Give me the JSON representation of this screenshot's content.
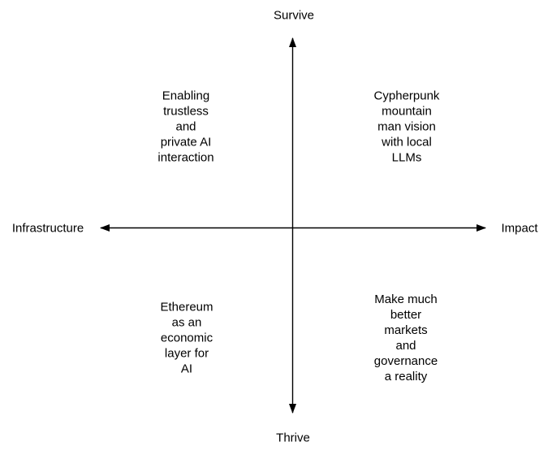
{
  "diagram": {
    "axes": {
      "vertical": {
        "top_label": "Survive",
        "bottom_label": "Thrive"
      },
      "horizontal": {
        "left_label": "Infrastructure",
        "right_label": "Impact"
      }
    },
    "quadrants": {
      "top_left": "Enabling\ntrustless\nand\nprivate AI\ninteraction",
      "top_right": "Cypherpunk\nmountain\nman vision\nwith local\nLLMs",
      "bottom_left": "Ethereum\nas an\neconomic\nlayer for\nAI",
      "bottom_right": "Make much\nbetter\nmarkets\nand\ngovernance\na reality"
    },
    "colors": {
      "line": "#000000",
      "text": "#000000",
      "background": "#ffffff"
    }
  }
}
